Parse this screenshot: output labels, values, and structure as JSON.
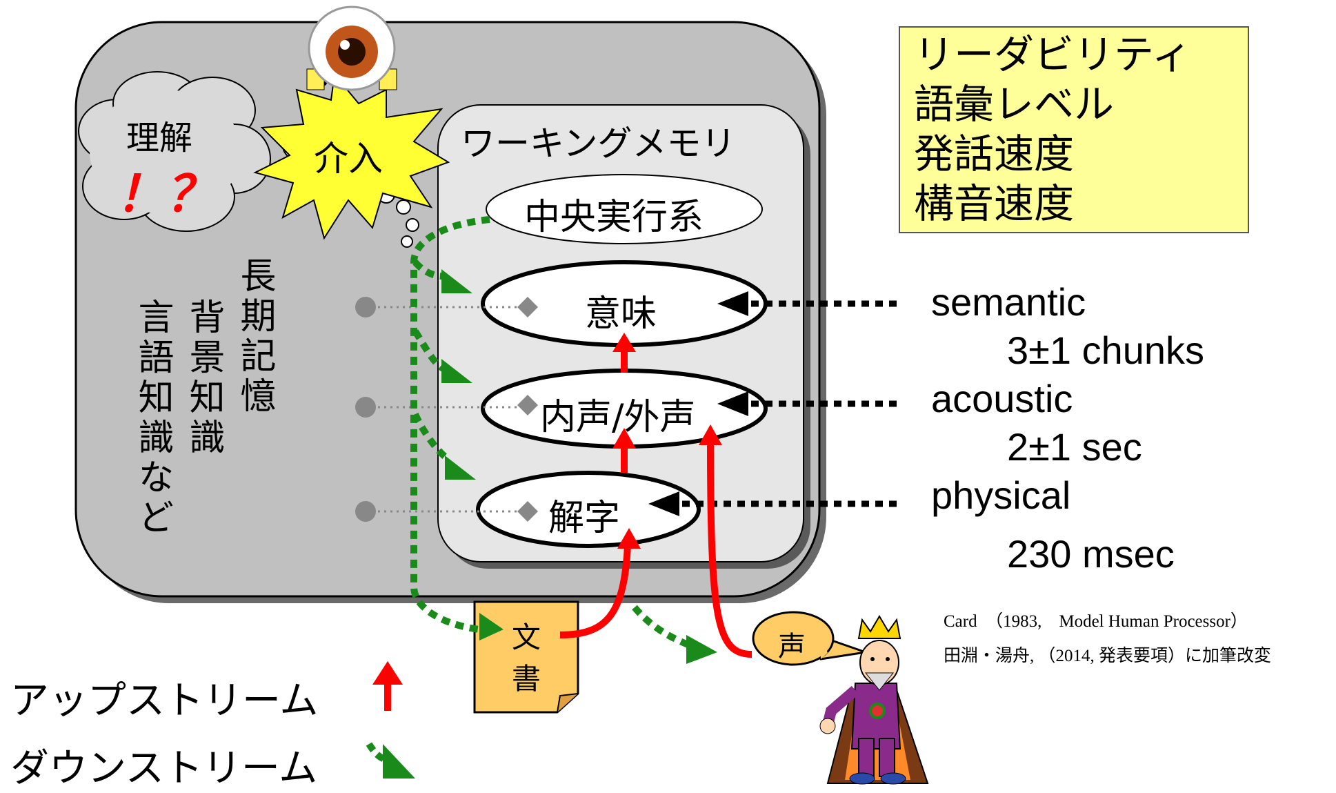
{
  "wm_title": "ワーキングメモリ",
  "central_executive": "中央実行系",
  "levels": {
    "semantic": "意味",
    "acoustic": "内声/外声",
    "physical": "解字"
  },
  "understanding": "理解",
  "exclaim": "！？",
  "intervention": "介入",
  "long_term_memory": {
    "col1": "長期記憶",
    "col2": "背景知識",
    "col3": "言語知識など"
  },
  "document": [
    "文",
    "書"
  ],
  "voice": "声",
  "readability_box": [
    "リーダビリティ",
    "語彙レベル",
    "発話速度",
    "構音速度"
  ],
  "metrics": [
    {
      "label": "semantic",
      "value": "3±1 chunks"
    },
    {
      "label": "acoustic",
      "value": "2±1 sec"
    },
    {
      "label": "physical",
      "value": "230 msec"
    }
  ],
  "references": [
    "Card　（1983,　Model Human Processor）",
    "田淵・湯舟, （2014, 発表要項）に加筆改変"
  ],
  "legend": {
    "upstream": "アップストリーム",
    "downstream": "ダウンストリーム"
  },
  "colors": {
    "upstream": "#ff0000",
    "downstream": "#1a8a1a",
    "outer_box": "#c0c0c0",
    "wm_box": "#e6e6e6",
    "yellow_box": "#ffff99",
    "document": "#ffcc66",
    "voice_bubble": "#ffcc66",
    "burst": "#ffff33"
  },
  "icons": [
    "eyeball-icon",
    "king-character-icon",
    "thought-cloud-icon"
  ]
}
